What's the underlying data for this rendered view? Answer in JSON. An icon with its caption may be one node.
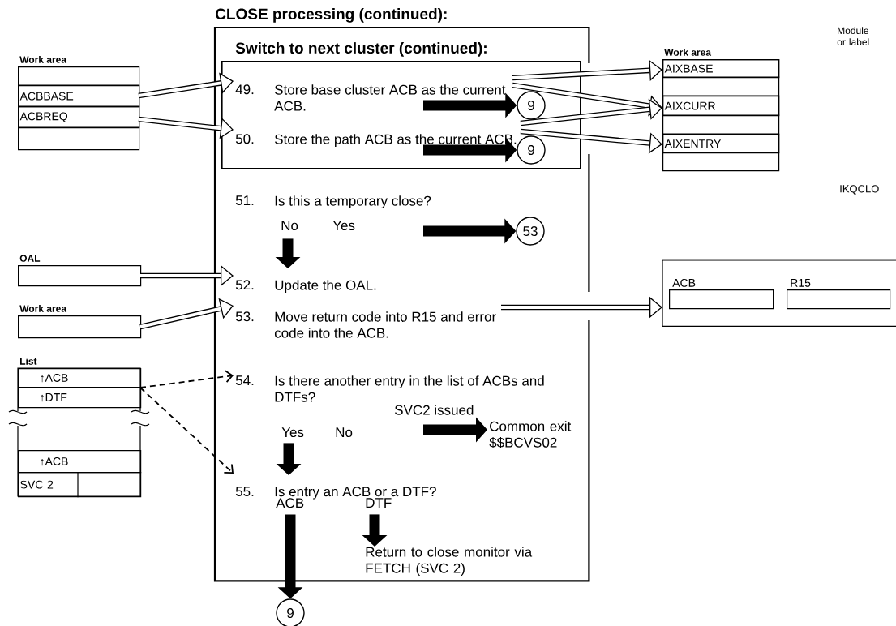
{
  "diagram": {
    "nodes": [
      {
        "text": [
          "CLOSE processing (continued):"
        ]
      },
      {
        "text": [
          "Switch to next cluster (continued):"
        ],
        "in": 0
      },
      {
        "text": [
          "49.",
          "Store base cluster ACB as the current ACB."
        ],
        "in": 1
      },
      {
        "text": [
          "50.",
          "Store the path ACB as the current ACB."
        ],
        "in": 1
      },
      {
        "text": [
          "9"
        ],
        "in": 1
      },
      {
        "text": [
          "9"
        ],
        "in": 1
      },
      {
        "text": [
          "51.",
          "Is this a temporary close?",
          "No",
          "Yes"
        ],
        "in": 0
      },
      {
        "text": [
          "53"
        ],
        "in": 0
      },
      {
        "text": [
          "52.",
          "Update the OAL."
        ],
        "in": 0
      },
      {
        "text": [
          "53.",
          "Move return code into R15 and error code into the ACB."
        ],
        "in": 0
      },
      {
        "text": [
          "54.",
          "Is there another entry in the list of ACBs and DTFs?",
          "Yes",
          "No"
        ],
        "in": 0
      },
      {
        "text": [
          "Common exit $$BCVS02"
        ],
        "in": 0
      },
      {
        "text": [
          "55.",
          "Is entry an ACB or a DTF?",
          "ACB",
          "DTF"
        ],
        "in": 0
      },
      {
        "text": [
          "Return to close monitor via FETCH (SVC 2)"
        ],
        "in": 0
      },
      {
        "text": [
          "9"
        ]
      },
      {
        "text": [
          "Work area"
        ]
      },
      {
        "text": [
          "ACBBASE"
        ],
        "in": 15
      },
      {
        "text": [
          "ACBREQ"
        ],
        "in": 15
      },
      {
        "text": [
          "OAL"
        ]
      },
      {
        "text": [
          "Work area"
        ]
      },
      {
        "text": [
          "List"
        ]
      },
      {
        "text": [
          "↑ACB"
        ],
        "in": 20
      },
      {
        "text": [
          "↑DTF"
        ],
        "in": 20
      },
      {
        "text": [
          "↑ACB"
        ],
        "in": 20
      },
      {
        "text": [
          "SVC 2"
        ],
        "in": 20
      },
      {
        "text": [
          "Work area"
        ]
      },
      {
        "text": [
          "AIXBASE"
        ],
        "in": 25
      },
      {
        "text": [
          "AIXCURR"
        ],
        "in": 25
      },
      {
        "text": [
          "AIXENTRY"
        ],
        "in": 25
      },
      {
        "text": [],
        "shape": "box"
      },
      {
        "text": [
          "ACB"
        ],
        "in": 29
      },
      {
        "text": [
          "R15"
        ],
        "in": 29
      }
    ],
    "edges": [
      {
        "from": 16,
        "to": 2,
        "arrow": "to"
      },
      {
        "from": 17,
        "to": 3,
        "arrow": "to"
      },
      {
        "from": 2,
        "to": 26,
        "arrow": "to"
      },
      {
        "from": 2,
        "to": 27,
        "arrow": "to"
      },
      {
        "from": 3,
        "to": 27,
        "arrow": "to"
      },
      {
        "from": 3,
        "to": 28,
        "arrow": "to"
      },
      {
        "from": 2,
        "to": 4,
        "arrow": "to",
        "style": "thick"
      },
      {
        "from": 3,
        "to": 5,
        "arrow": "to",
        "style": "thick"
      },
      {
        "from": 6,
        "to": 7,
        "arrow": "to",
        "style": "thick"
      },
      {
        "from": 6,
        "to": 8,
        "arrow": "to",
        "style": "thick"
      },
      {
        "from": 18,
        "to": 8,
        "arrow": "to"
      },
      {
        "from": 19,
        "to": 9,
        "arrow": "to"
      },
      {
        "from": 9,
        "to": 29,
        "arrow": "to"
      },
      {
        "from": 21,
        "to": 10,
        "arrow": "to",
        "style": "dashed"
      },
      {
        "from": 22,
        "to": 12,
        "arrow": "to",
        "style": "dashed"
      },
      {
        "from": 10,
        "to": 11,
        "arrow": "to",
        "style": "thick",
        "label": "SVC2 issued"
      },
      {
        "from": 10,
        "to": 12,
        "arrow": "to",
        "style": "thick"
      },
      {
        "from": 12,
        "to": 14,
        "arrow": "to",
        "style": "thick"
      },
      {
        "from": 12,
        "to": 13,
        "arrow": "to",
        "style": "thick"
      }
    ],
    "labels": [
      "Module or label",
      "IKQCLO"
    ]
  }
}
